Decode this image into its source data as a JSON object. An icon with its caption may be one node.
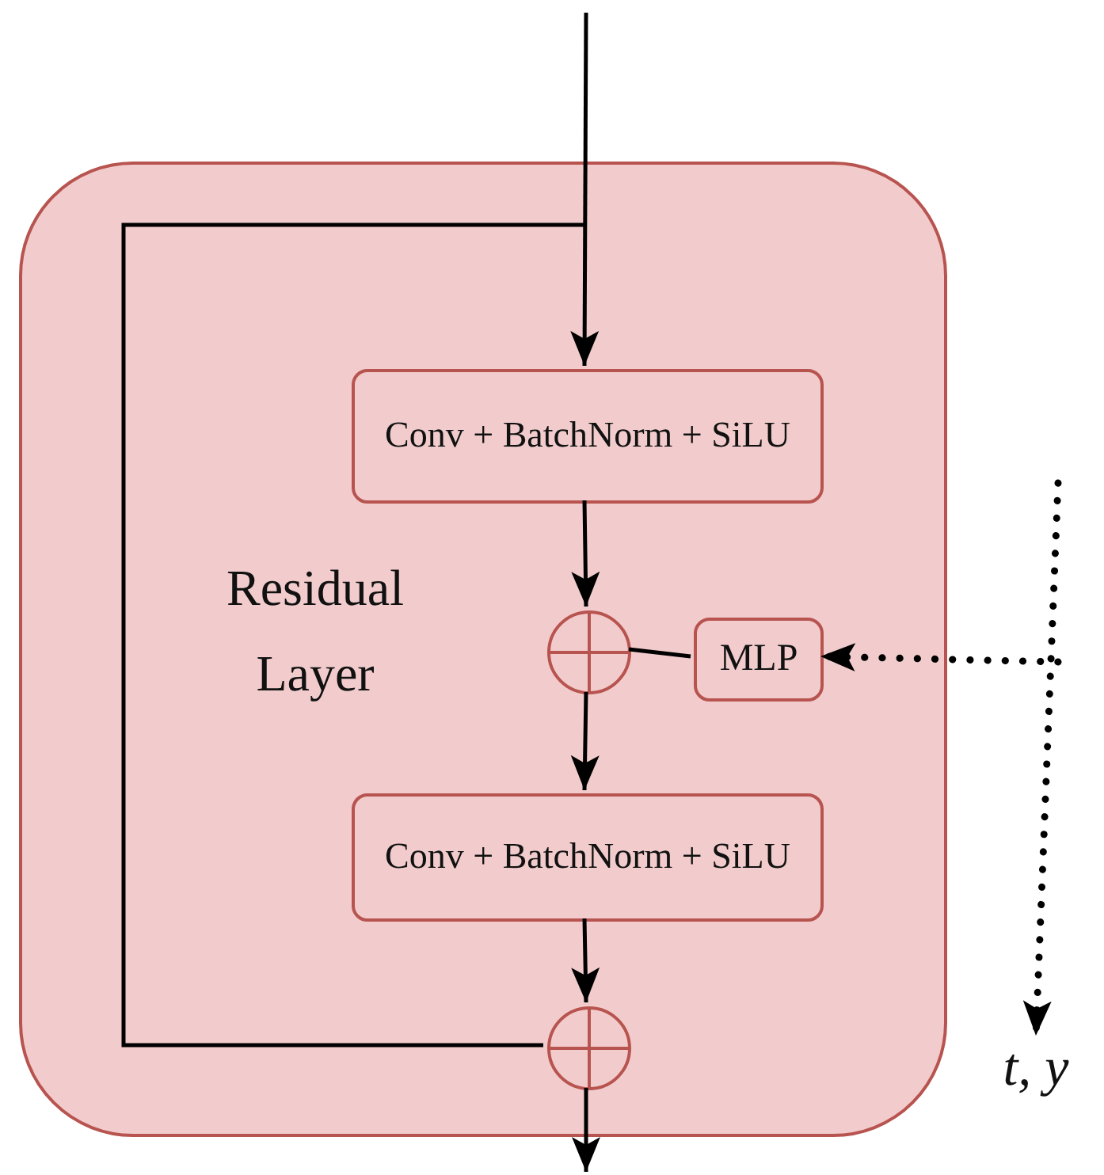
{
  "diagram": {
    "nodes": [
      {
        "text": [
          "Residual Layer"
        ]
      },
      {
        "text": [
          "Conv + BatchNorm + SiLU"
        ],
        "in": 0
      },
      {
        "text": [],
        "shape": "circle",
        "in": 0
      },
      {
        "text": [
          "MLP"
        ],
        "in": 0
      },
      {
        "text": [
          "Conv + BatchNorm + SiLU"
        ],
        "in": 0
      },
      {
        "text": [],
        "shape": "circle",
        "in": 0
      },
      {
        "text": [
          "t, y"
        ]
      }
    ],
    "edges": [
      {
        "from": null,
        "to": 1,
        "arrow": "to"
      },
      {
        "from": 1,
        "to": 2,
        "arrow": "to"
      },
      {
        "from": 3,
        "to": 2,
        "arrow": "none"
      },
      {
        "from": 2,
        "to": 4,
        "arrow": "to"
      },
      {
        "from": 4,
        "to": 5,
        "arrow": "to"
      },
      {
        "from": 5,
        "to": null,
        "arrow": "to"
      },
      {
        "from": null,
        "to": 5,
        "arrow": "none"
      },
      {
        "from": null,
        "to": 3,
        "arrow": "to",
        "style": "dashed"
      },
      {
        "from": null,
        "to": 6,
        "arrow": "to",
        "style": "dashed"
      }
    ]
  }
}
